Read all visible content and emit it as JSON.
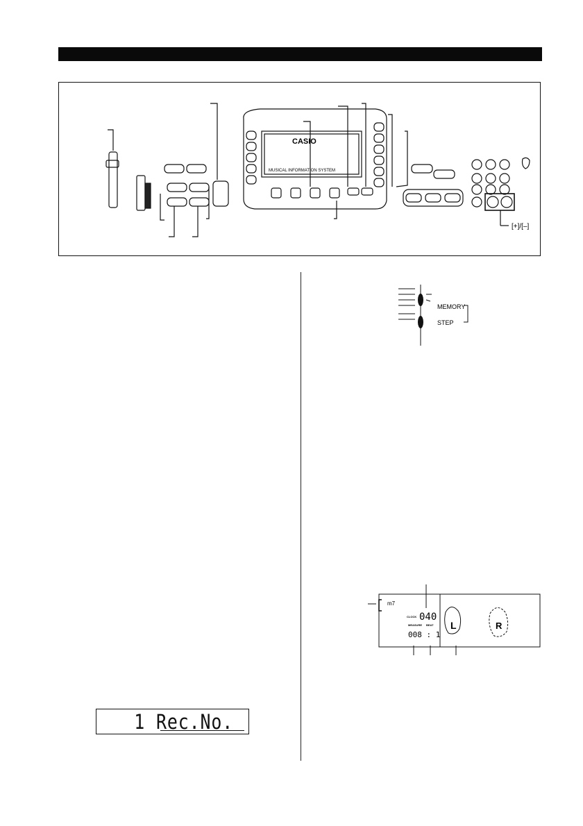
{
  "panel": {
    "brand": "CASIO",
    "system_label": "MUSICAL INFORMATION SYSTEM",
    "plus_minus_label": "[+]/[–]"
  },
  "indicator": {
    "memory_label": "MEMORY",
    "step_label": "STEP"
  },
  "lcd": {
    "chord": "m7",
    "clock_label": "CLOCK",
    "clock_value": "040",
    "measure_label": "MEASURE",
    "beat_label": "BEAT",
    "measure_beat_value": "008 : 1",
    "left_hand": "L",
    "right_hand": "R"
  },
  "rec_display": {
    "text": "1 Rec.No."
  }
}
